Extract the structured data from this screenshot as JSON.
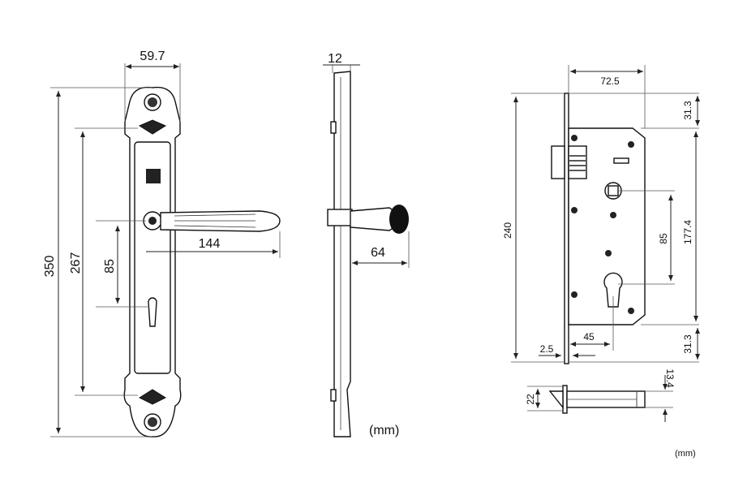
{
  "handle_front": {
    "width": "59.7",
    "height_total": "350",
    "height_inner": "267",
    "center_distance": "85",
    "lever_length": "144"
  },
  "handle_side": {
    "thickness": "12",
    "lever_projection": "64",
    "unit": "(mm)"
  },
  "lock_body": {
    "backset_width": "72.5",
    "top_offset": "31.3",
    "bottom_offset": "31.3",
    "body_height": "177.4",
    "center_distance": "85",
    "face_length": "240",
    "backset": "45",
    "face_thickness": "2.5",
    "latch_height": "22",
    "latch_projection": "13.4",
    "unit": "(mm)"
  }
}
